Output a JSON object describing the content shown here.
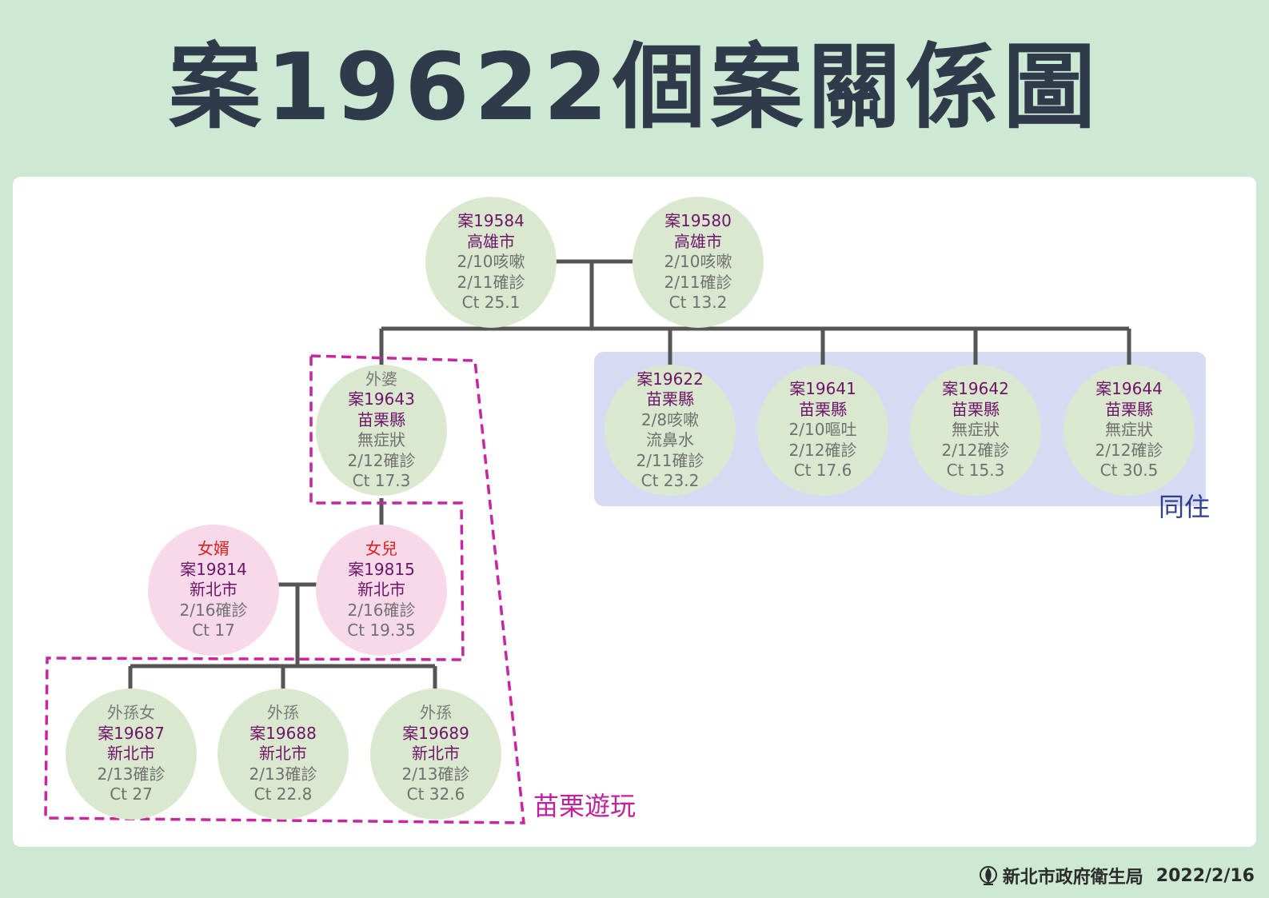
{
  "title": "案19622個案關係圖",
  "nodes": {
    "c19584": {
      "case": "案19584",
      "city": "高雄市",
      "l1": "2/10咳嗽",
      "l2": "2/11確診",
      "l3": "Ct 25.1"
    },
    "c19580": {
      "case": "案19580",
      "city": "高雄市",
      "l1": "2/10咳嗽",
      "l2": "2/11確診",
      "l3": "Ct 13.2"
    },
    "c19622": {
      "case": "案19622",
      "city": "苗栗縣",
      "l1": "2/8咳嗽",
      "l2": "流鼻水",
      "l3": "2/11確診",
      "l4": "Ct 23.2"
    },
    "c19641": {
      "case": "案19641",
      "city": "苗栗縣",
      "l1": "2/10嘔吐",
      "l2": "2/12確診",
      "l3": "Ct 17.6"
    },
    "c19642": {
      "case": "案19642",
      "city": "苗栗縣",
      "l1": "無症狀",
      "l2": "2/12確診",
      "l3": "Ct 15.3"
    },
    "c19644": {
      "case": "案19644",
      "city": "苗栗縣",
      "l1": "無症狀",
      "l2": "2/12確診",
      "l3": "Ct 30.5"
    },
    "c19643": {
      "rel": "外婆",
      "case": "案19643",
      "city": "苗栗縣",
      "l1": "無症狀",
      "l2": "2/12確診",
      "l3": "Ct 17.3"
    },
    "c19814": {
      "rel": "女婿",
      "case": "案19814",
      "city": "新北市",
      "l1": "2/16確診",
      "l2": "Ct 17"
    },
    "c19815": {
      "rel": "女兒",
      "case": "案19815",
      "city": "新北市",
      "l1": "2/16確診",
      "l2": "Ct 19.35"
    },
    "c19687": {
      "rel": "外孫女",
      "case": "案19687",
      "city": "新北市",
      "l1": "2/13確診",
      "l2": "Ct 27"
    },
    "c19688": {
      "rel": "外孫",
      "case": "案19688",
      "city": "新北市",
      "l1": "2/13確診",
      "l2": "Ct 22.8"
    },
    "c19689": {
      "rel": "外孫",
      "case": "案19689",
      "city": "新北市",
      "l1": "2/13確診",
      "l2": "Ct 32.6"
    }
  },
  "groups": {
    "cohabit": {
      "label": "同住",
      "color": "#2e3f8f"
    },
    "miaoli_trip": {
      "label": "苗栗遊玩",
      "color": "#c0209a"
    }
  },
  "footer": {
    "agency": "新北市政府衛生局",
    "date": "2022/2/16"
  }
}
